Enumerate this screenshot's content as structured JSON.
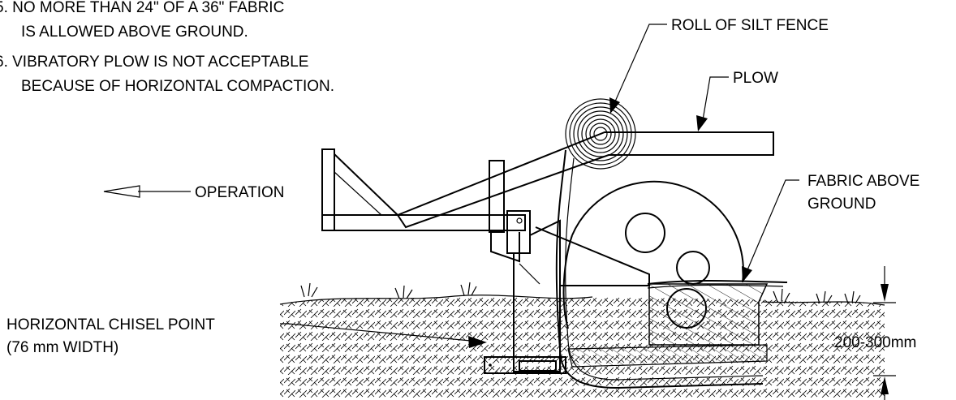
{
  "notes": {
    "note5_line1": "5.  NO MORE THAN 24\" OF A 36\" FABRIC",
    "note5_line2": "IS ALLOWED ABOVE GROUND.",
    "note6_line1": "6.  VIBRATORY PLOW IS NOT ACCEPTABLE",
    "note6_line2": "BECAUSE OF HORIZONTAL COMPACTION."
  },
  "labels": {
    "roll": "ROLL OF SILT FENCE",
    "plow": "PLOW",
    "operation": "OPERATION",
    "fabric_line1": "FABRIC ABOVE",
    "fabric_line2": "GROUND",
    "chisel_line1": "HORIZONTAL CHISEL POINT",
    "chisel_line2": "(76 mm WIDTH)",
    "depth": "200-300mm"
  }
}
